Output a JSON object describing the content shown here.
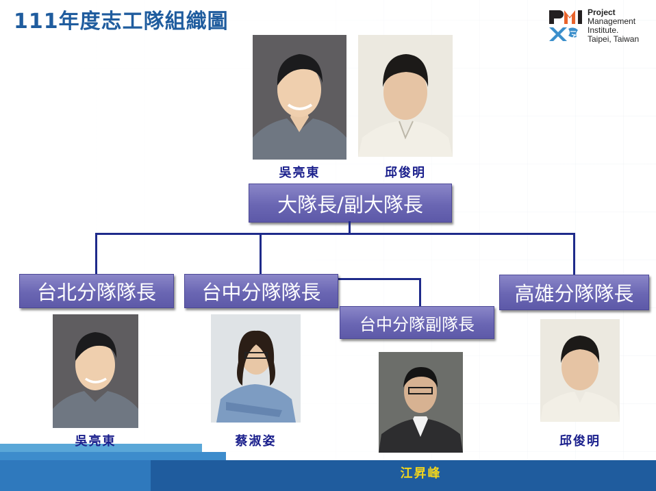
{
  "title": "111年度志工隊組織圖",
  "logo": {
    "line1": "Project",
    "line2": "Management",
    "line3": "Institute.",
    "line4": "Taipei, Taiwan",
    "colors": {
      "orange": "#e9632b",
      "blue": "#3b8fcb",
      "dark": "#231f20"
    }
  },
  "top": {
    "leader_name": "吳亮東",
    "deputy_name": "邱俊明",
    "role_label": "大隊長/副大隊長"
  },
  "branches": {
    "taipei": {
      "role_label": "台北分隊隊長",
      "name": "吳亮東"
    },
    "taichung": {
      "role_label": "台中分隊隊長",
      "name": "蔡淑姿"
    },
    "taichung_deputy": {
      "role_label": "台中分隊副隊長",
      "name": "江昇峰"
    },
    "kaohsiung": {
      "role_label": "高雄分隊隊長",
      "name": "邱俊明"
    }
  },
  "colors": {
    "title": "#1f5c9e",
    "role_box": "#6a66b3",
    "connector": "#1e2a8a",
    "name": "#1a1f8c",
    "name_highlight": "#f2d51c",
    "footer_blue": "#1f5c9e",
    "footer_light": "#5aa7d8"
  }
}
